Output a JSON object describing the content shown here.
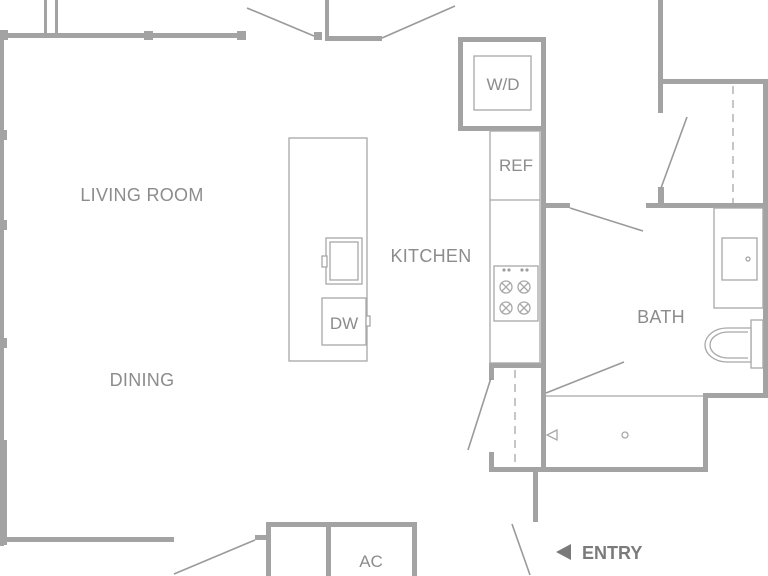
{
  "rooms": {
    "living_room": "LIVING ROOM",
    "dining": "DINING",
    "kitchen": "KITCHEN",
    "bath": "BATH"
  },
  "appliances": {
    "washer_dryer": "W/D",
    "refrigerator": "REF",
    "dishwasher": "DW",
    "air_conditioner": "AC"
  },
  "entry": {
    "label": "ENTRY"
  },
  "icons": {
    "range": "stove-burners-icon",
    "sink": "sink-icon",
    "toilet": "toilet-icon",
    "entry_arrow": "triangle-left-icon"
  },
  "colors": {
    "walls": "#a3a3a3",
    "labels": "#8c8c8c"
  }
}
